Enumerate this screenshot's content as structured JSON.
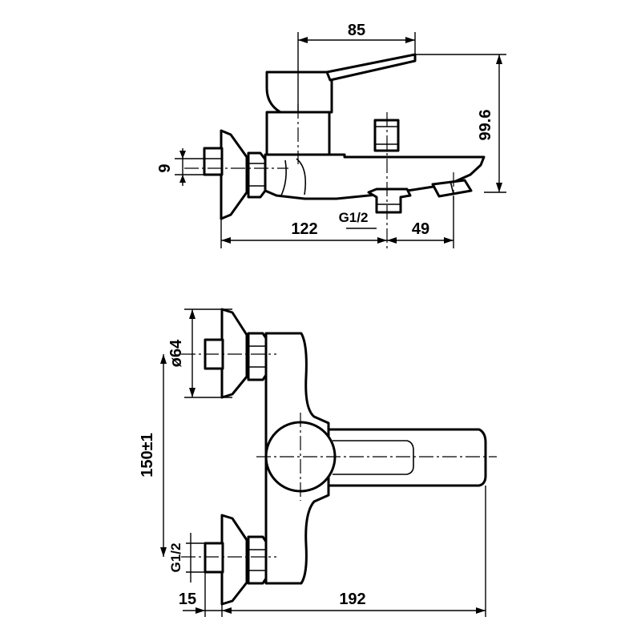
{
  "dimensions": {
    "side_top_width": "85",
    "side_height": "99.6",
    "side_inlet": "9",
    "side_thread": "G1/2",
    "side_left_length": "122",
    "side_right_length": "49",
    "front_flange_diameter": "ø64",
    "front_center_distance": "150±1",
    "front_thread": "G1/2",
    "front_offset": "15",
    "front_depth": "192"
  },
  "colors": {
    "line": "#000000",
    "background": "#ffffff"
  }
}
